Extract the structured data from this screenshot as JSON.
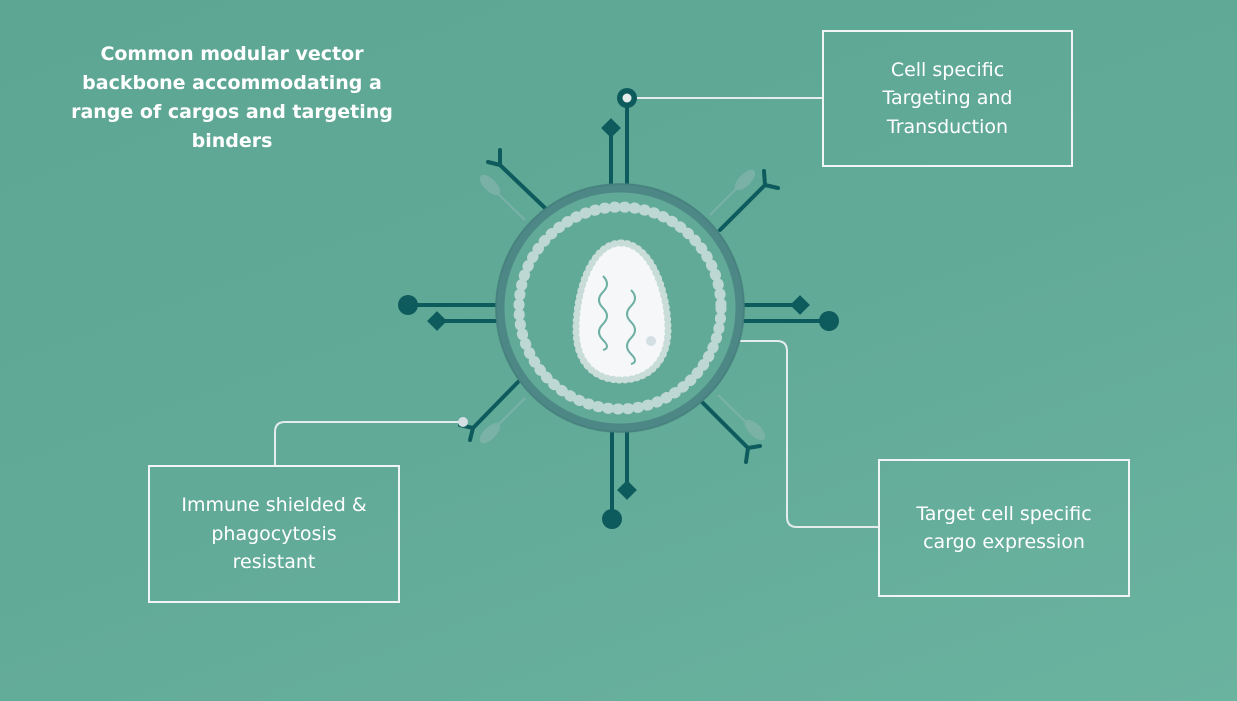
{
  "title_lines": [
    "Common modular vector",
    "backbone accommodating a",
    "range of cargos and targeting",
    "binders"
  ],
  "callouts": {
    "targeting": [
      "Cell specific",
      "Targeting and",
      "Transduction"
    ],
    "immune": [
      "Immune shielded &",
      "phagocytosis",
      "resistant"
    ],
    "cargo": [
      "Target cell specific",
      "cargo expression"
    ]
  },
  "colors": {
    "spike": "#0d5b5c",
    "capsid": "#4e8886",
    "bead": "#c8dcd8",
    "line": "#e4ecec"
  }
}
